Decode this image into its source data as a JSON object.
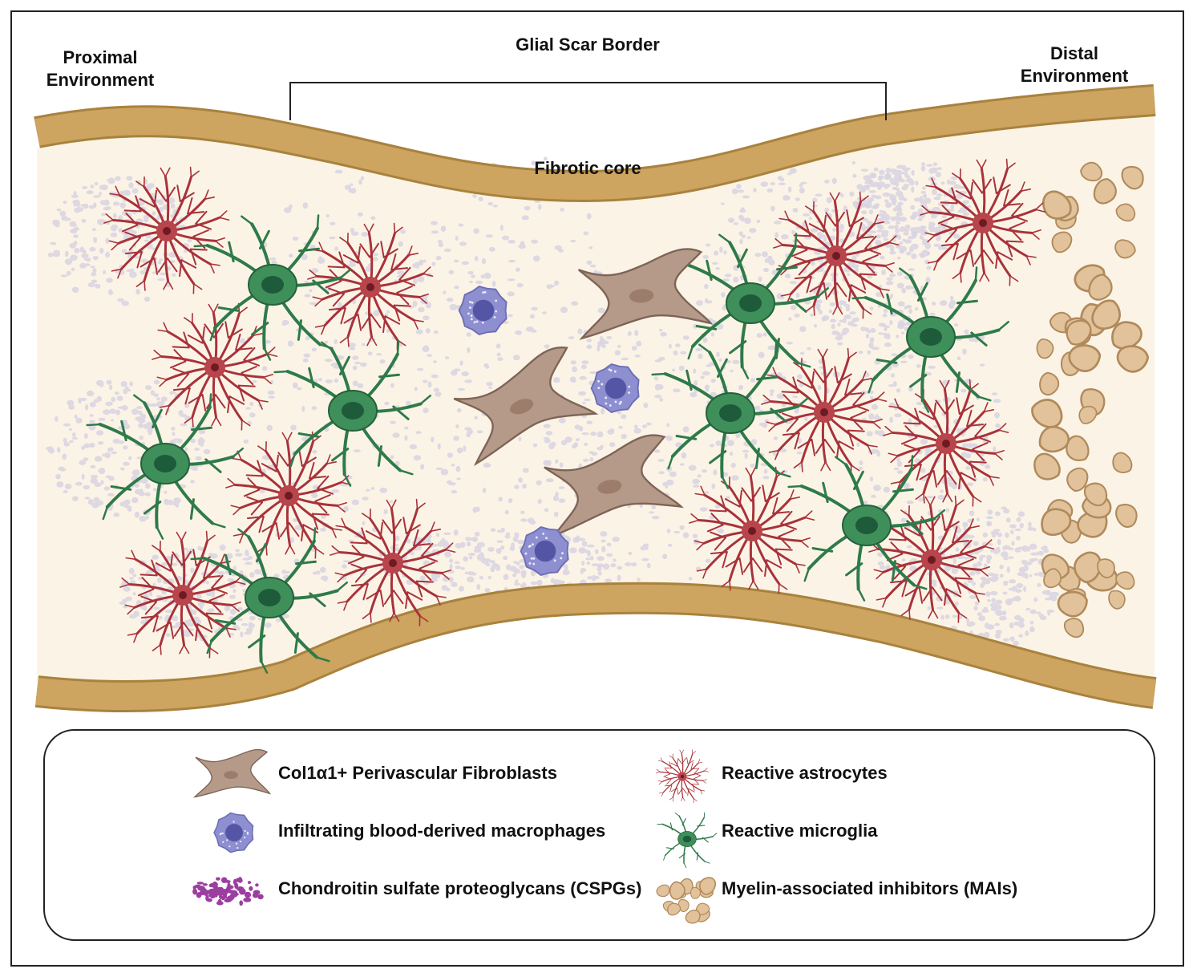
{
  "labels": {
    "proximal": "Proximal\nEnvironment",
    "glial_scar_border": "Glial Scar Border",
    "distal": "Distal\nEnvironment",
    "fibrotic_core": "Fibrotic core"
  },
  "legend": {
    "fibroblasts": "Col1α1+ Perivascular Fibroblasts",
    "macrophages": "Infiltrating blood-derived macrophages",
    "cspgs": "Chondroitin sulfate proteoglycans (CSPGs)",
    "astrocytes": "Reactive astrocytes",
    "microglia": "Reactive microglia",
    "mais": "Myelin-associated inhibitors (MAIs)"
  },
  "colors": {
    "membrane": "#c9a05a",
    "membrane_edge": "#a8823e",
    "tissue": "#fbf4e6",
    "astrocyte": "#a8323a",
    "microglia": "#2f7a4a",
    "fibroblast": "#b59a8a",
    "macrophage": "#8e8fd0",
    "cspg": "#d8d4e2",
    "cspg_legend": "#9b3ea0",
    "myelin": "#e2c29a"
  },
  "icons": {
    "astrocyte": "astrocyte-icon",
    "microglia": "microglia-icon",
    "fibroblast": "fibroblast-icon",
    "macrophage": "macrophage-icon",
    "cspg": "cspg-icon",
    "myelin": "myelin-icon"
  }
}
